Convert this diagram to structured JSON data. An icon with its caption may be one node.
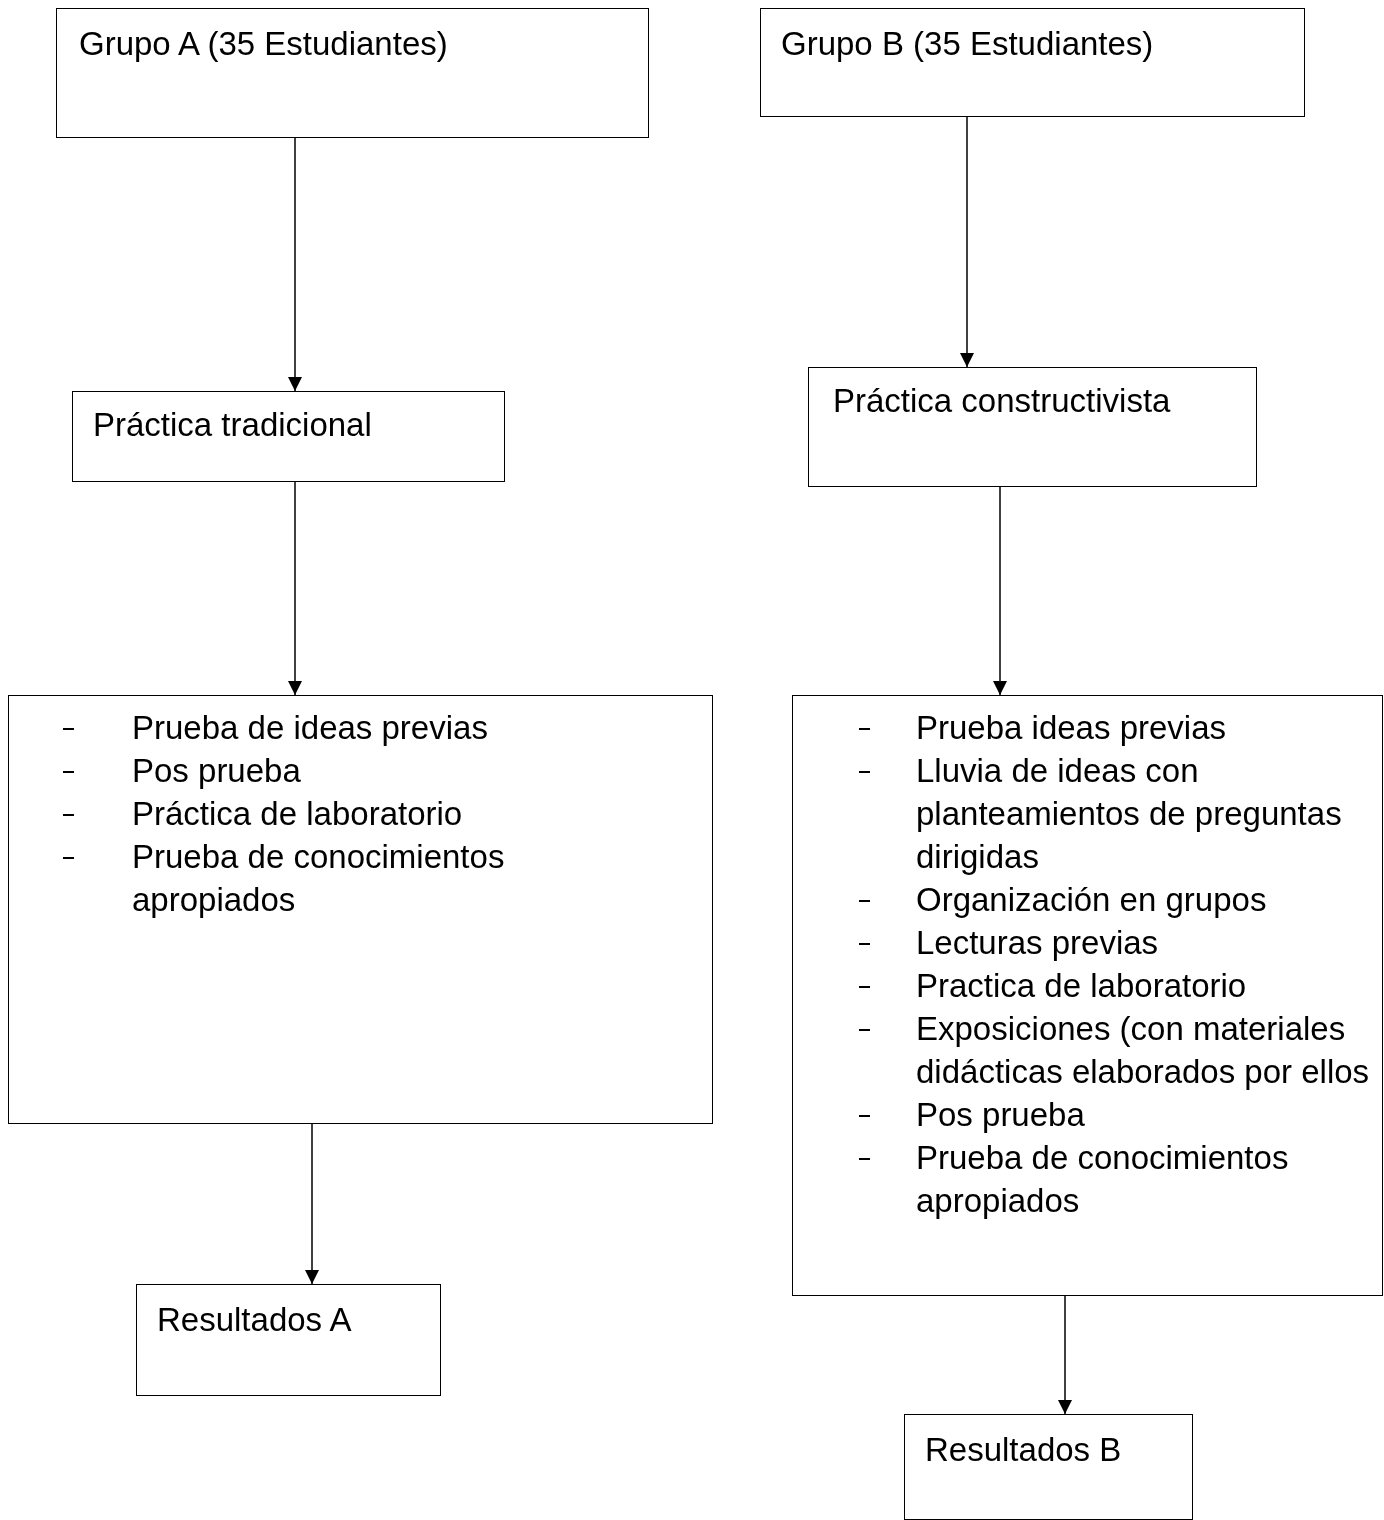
{
  "diagram": {
    "nodes": [
      {
        "text": [
          "Grupo A (35 Estudiantes)"
        ]
      },
      {
        "text": [
          "Grupo B (35 Estudiantes)"
        ]
      },
      {
        "text": [
          "Práctica tradicional"
        ]
      },
      {
        "text": [
          "Práctica constructivista"
        ]
      },
      {
        "text": [
          "Prueba de ideas previas",
          "Pos prueba",
          "Práctica de laboratorio",
          "Prueba de conocimientos apropiados"
        ]
      },
      {
        "text": [
          "Prueba ideas previas",
          "Lluvia de ideas con planteamientos de preguntas dirigidas",
          "Organización en grupos",
          "Lecturas previas",
          "Practica de laboratorio",
          "Exposiciones (con materiales didácticas elaborados por ellos",
          "Pos prueba",
          "Prueba de conocimientos apropiados"
        ]
      },
      {
        "text": [
          "Resultados A"
        ]
      },
      {
        "text": [
          "Resultados B"
        ]
      }
    ],
    "edges": [
      {
        "from": 0,
        "to": 2,
        "arrow": "to"
      },
      {
        "from": 1,
        "to": 3,
        "arrow": "to"
      },
      {
        "from": 2,
        "to": 4,
        "arrow": "to"
      },
      {
        "from": 3,
        "to": 5,
        "arrow": "to"
      },
      {
        "from": 4,
        "to": 6,
        "arrow": "to"
      },
      {
        "from": 5,
        "to": 7,
        "arrow": "to"
      }
    ]
  }
}
